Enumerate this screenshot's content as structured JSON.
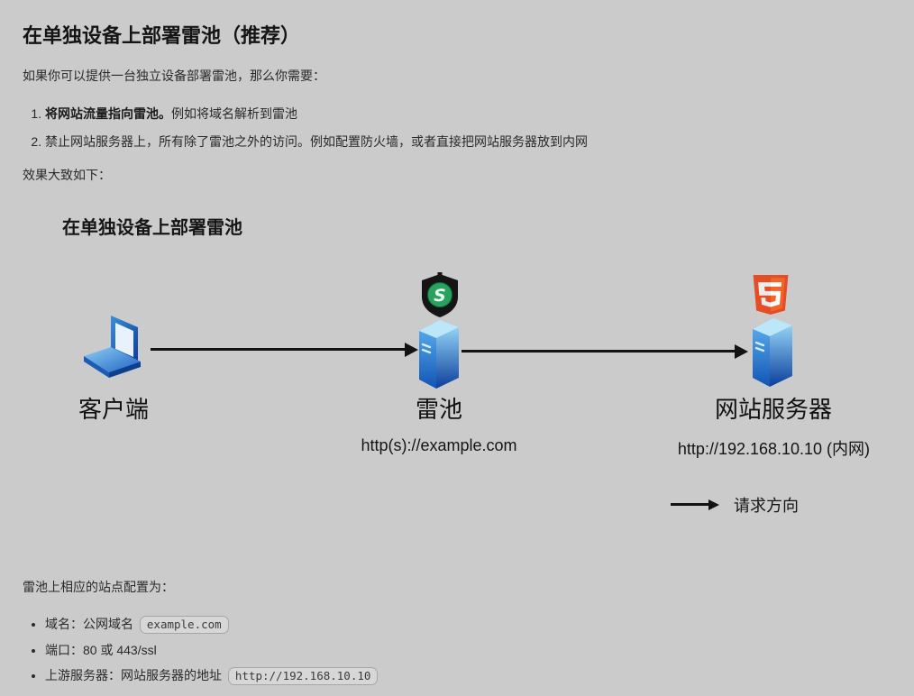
{
  "page": {
    "title": "在单独设备上部署雷池（推荐）",
    "intro": "如果你可以提供一台独立设备部署雷池，那么你需要：",
    "steps": [
      {
        "bold": "将网站流量指向雷池。",
        "rest": "例如将域名解析到雷池"
      },
      {
        "bold": "",
        "rest": "禁止网站服务器上，所有除了雷池之外的访问。例如配置防火墙，或者直接把网站服务器放到内网"
      }
    ],
    "effect_label": "效果大致如下："
  },
  "diagram": {
    "title": "在单独设备上部署雷池",
    "client": {
      "label": "客户端"
    },
    "waf": {
      "label": "雷池",
      "url": "http(s)://example.com"
    },
    "web": {
      "label": "网站服务器",
      "url": "http://192.168.10.10 (内网)"
    },
    "legend": "请求方向"
  },
  "config": {
    "heading": "雷池上相应的站点配置为：",
    "items": [
      {
        "prefix": "域名：公网域名",
        "code": "example.com"
      },
      {
        "prefix": "端口：80 或 443/ssl",
        "code": ""
      },
      {
        "prefix": "上游服务器：网站服务器的地址",
        "code": "http://192.168.10.10"
      }
    ]
  },
  "colors": {
    "background": "#cbcbcb",
    "text": "#262626",
    "arrow": "#131313",
    "shield_green": "#2aa15e",
    "html5_orange": "#e44d26",
    "server_blue_light": "#93d2f5",
    "server_blue_dark": "#0b3e9c"
  }
}
